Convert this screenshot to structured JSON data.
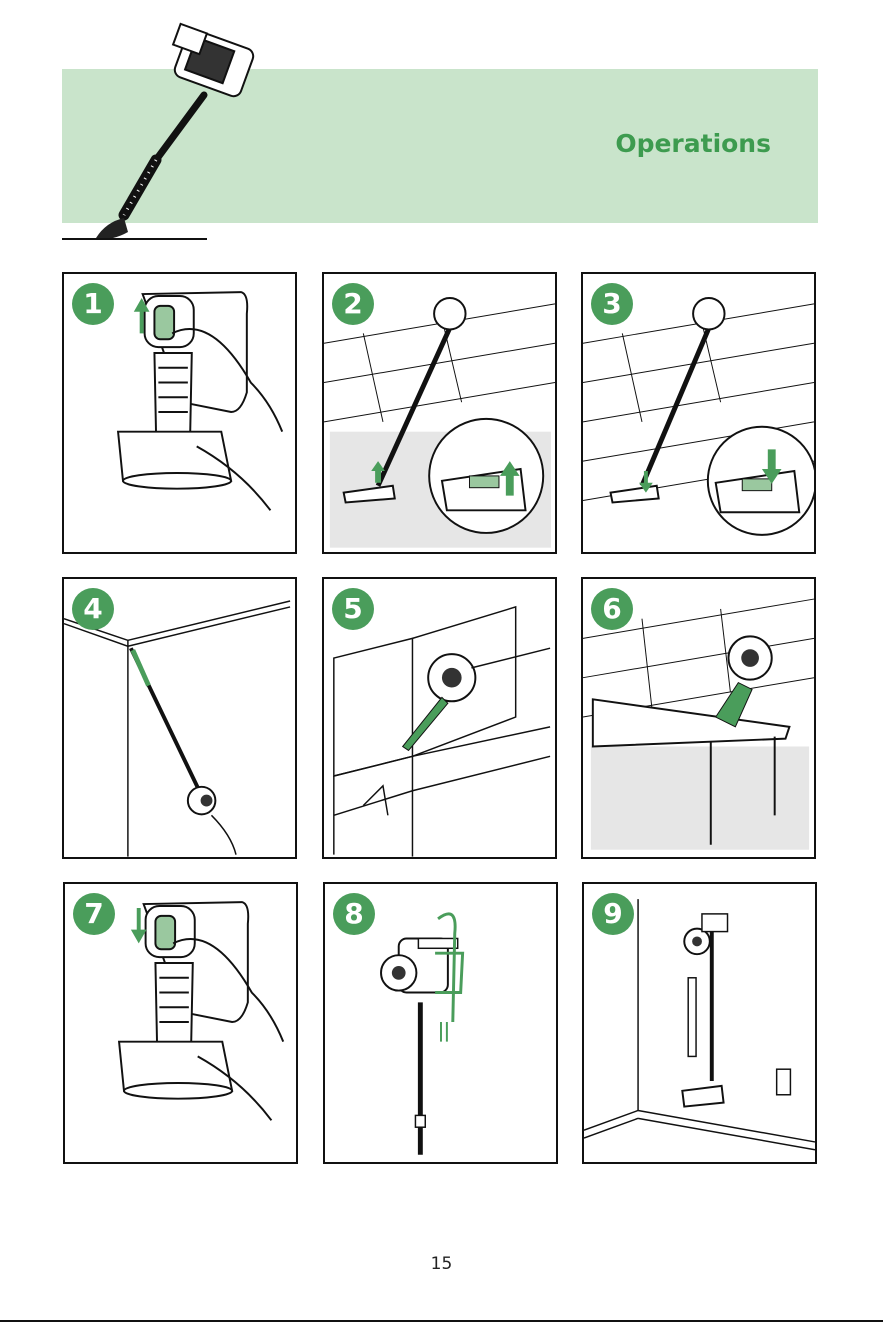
{
  "header": {
    "title": "Operations"
  },
  "steps": [
    {
      "number": "1",
      "scene": "power-switch-up"
    },
    {
      "number": "2",
      "scene": "floor-head-carpet-up"
    },
    {
      "number": "3",
      "scene": "floor-head-hard-floor-down"
    },
    {
      "number": "4",
      "scene": "ceiling-corner-cleaning"
    },
    {
      "number": "5",
      "scene": "crevice-tool-sofa"
    },
    {
      "number": "6",
      "scene": "brush-tool-table"
    },
    {
      "number": "7",
      "scene": "power-switch-down"
    },
    {
      "number": "8",
      "scene": "cord-wrap-storage"
    },
    {
      "number": "9",
      "scene": "wall-mount-storage"
    }
  ],
  "footer": {
    "page_number": "15"
  },
  "colors": {
    "accent": "#4a9d5b",
    "banner": "#c9e4cb",
    "title": "#3d9b4f"
  }
}
